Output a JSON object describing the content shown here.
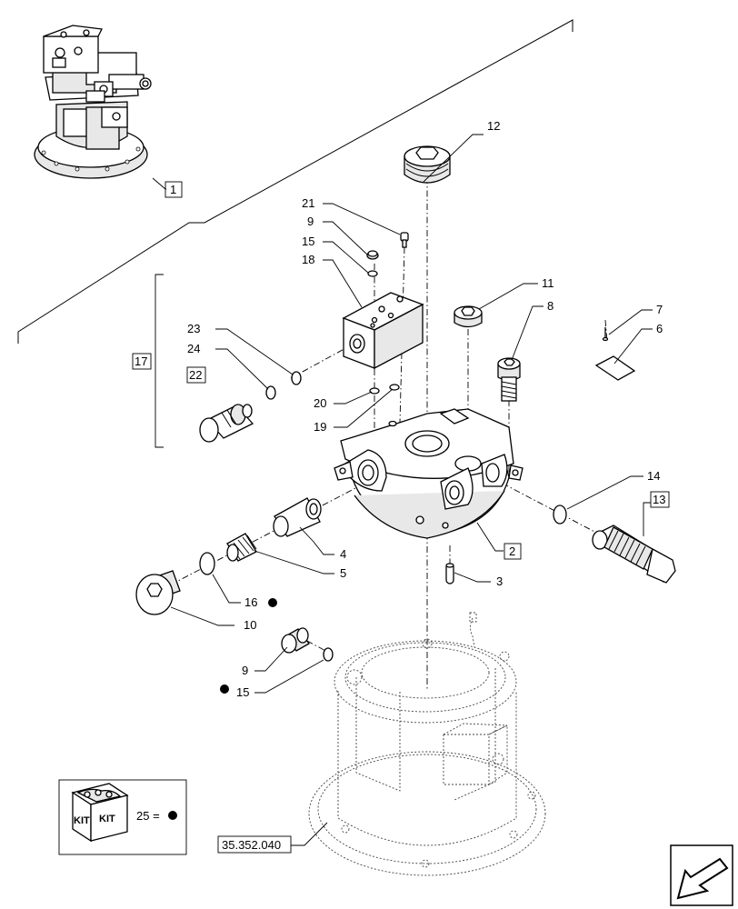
{
  "callouts": {
    "c1": "1",
    "c2": "2",
    "c3": "3",
    "c4": "4",
    "c5": "5",
    "c6": "6",
    "c7": "7",
    "c8": "8",
    "c9a": "9",
    "c9b": "9",
    "c10": "10",
    "c11": "11",
    "c12": "12",
    "c13": "13",
    "c14": "14",
    "c15a": "15",
    "c15b": "15",
    "c16": "16",
    "c17": "17",
    "c18": "18",
    "c19": "19",
    "c20": "20",
    "c21": "21",
    "c22": "22",
    "c23": "23",
    "c24": "24"
  },
  "kit": {
    "label_left": "KIT",
    "label_right": "KIT",
    "legend": "25 ="
  },
  "reference": "35.352.040"
}
